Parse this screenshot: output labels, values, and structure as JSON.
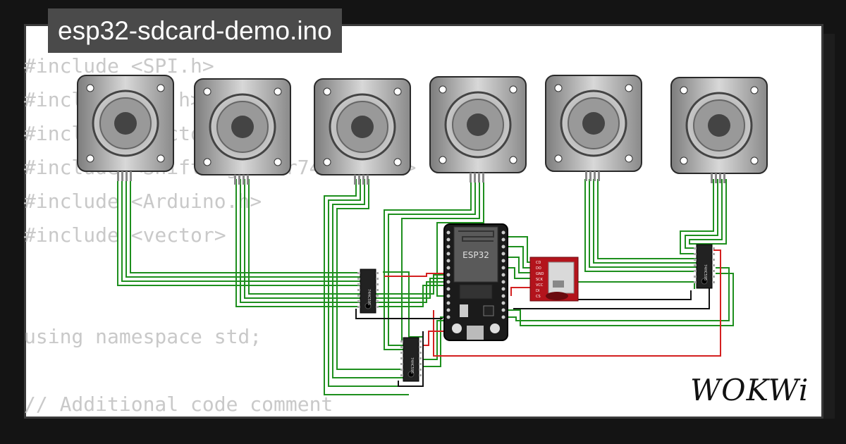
{
  "title": "esp32-sdcard-demo.ino",
  "code_lines": [
    "#include <SPI.h>",
    "#include <SD.h>",
    "#include <vector>",
    "#include <ShiftRegister74HC595.h>",
    "#include <Arduino.h>",
    "#include <vector>",
    "",
    "",
    "using namespace std;",
    "",
    "// Additional code comment"
  ],
  "board_label": "ESP32",
  "chip_label": "74HC595",
  "sd_pins": [
    "CD",
    "DO",
    "GND",
    "SCK",
    "VCC",
    "DI",
    "CS"
  ],
  "logo_text": "WOKWi",
  "colors": {
    "background": "#141414",
    "card": "#ffffff",
    "title_bg": "#4a4a4a",
    "code_text": "#c9c9c9",
    "wire_green": "#1e8f1e",
    "wire_red": "#d42020",
    "wire_black": "#111111",
    "sd_red": "#b3141c",
    "board": "#1b1b1b"
  },
  "icons": [
    "stepper-motor-icon",
    "esp32-board-icon",
    "shift-register-chip-icon",
    "sd-card-module-icon",
    "wokwi-logo-icon"
  ]
}
